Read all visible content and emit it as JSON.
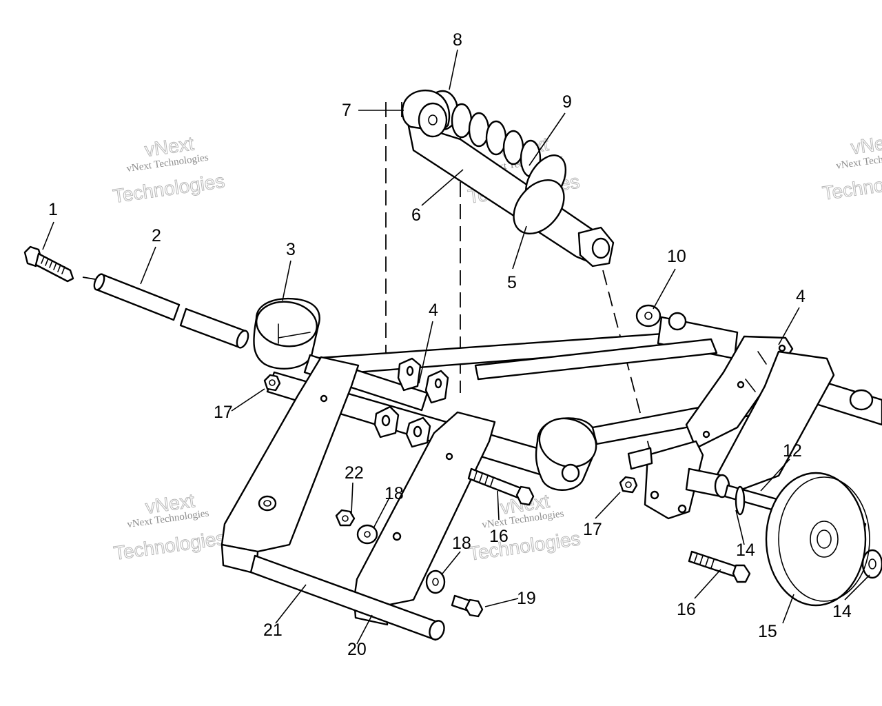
{
  "callouts": {
    "c1": "1",
    "c2": "2",
    "c3": "3",
    "c4a": "4",
    "c4b": "4",
    "c5": "5",
    "c6": "6",
    "c7": "7",
    "c8": "8",
    "c9": "9",
    "c10": "10",
    "c12": "12",
    "c14a": "14",
    "c14b": "14",
    "c15": "15",
    "c16a": "16",
    "c16b": "16",
    "c17a": "17",
    "c17b": "17",
    "c18a": "18",
    "c18b": "18",
    "c19": "19",
    "c20": "20",
    "c21": "21",
    "c22": "22"
  },
  "watermark": {
    "top": "vNext",
    "small": "vNext Technologies",
    "big": "Technologies"
  }
}
